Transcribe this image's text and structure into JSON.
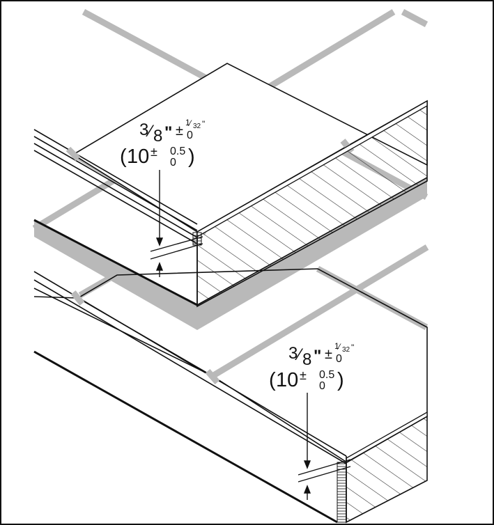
{
  "figure": {
    "colors": {
      "line": "#111111",
      "grout": "#b9b9b9",
      "background": "#ffffff",
      "hatch": "#222222"
    },
    "dimension_top": {
      "fraction_num": "3",
      "fraction_den": "8",
      "inch_mark": "\"",
      "pm": "±",
      "tol_upper_num": "1",
      "tol_upper_den": "32",
      "tol_upper_inch": "\"",
      "tol_lower": "0",
      "paren_open": "(",
      "metric_value": "10",
      "metric_tol_upper": "0.5",
      "metric_tol_lower": "0",
      "paren_close": ")"
    },
    "dimension_bottom": {
      "fraction_num": "3",
      "fraction_den": "8",
      "inch_mark": "\"",
      "pm": "±",
      "tol_upper_num": "1",
      "tol_upper_den": "32",
      "tol_upper_inch": "\"",
      "tol_lower": "0",
      "paren_open": "(",
      "metric_value": "10",
      "metric_tol_upper": "0.5",
      "metric_tol_lower": "0",
      "paren_close": ")"
    }
  }
}
